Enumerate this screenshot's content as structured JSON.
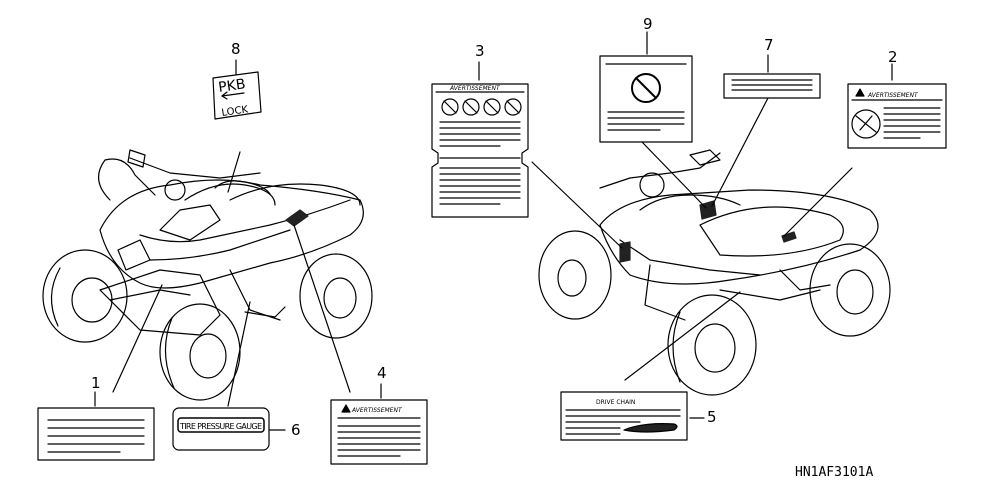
{
  "callouts": {
    "c1": "1",
    "c2": "2",
    "c3": "3",
    "c4": "4",
    "c5": "5",
    "c6": "6",
    "c7": "7",
    "c8": "8",
    "c9": "9"
  },
  "labels": {
    "pkb_text": "PKB",
    "lock_text": "LOCK",
    "tire_text": "TIRE PRESSURE GAUGE",
    "avert_text": "AVERTISSEMENT",
    "drive_chain_text": "DRIVE CHAIN"
  },
  "diagram_code": "HN1AF3101A",
  "colors": {
    "line": "#000000",
    "background": "#ffffff",
    "shade": "#222222"
  }
}
